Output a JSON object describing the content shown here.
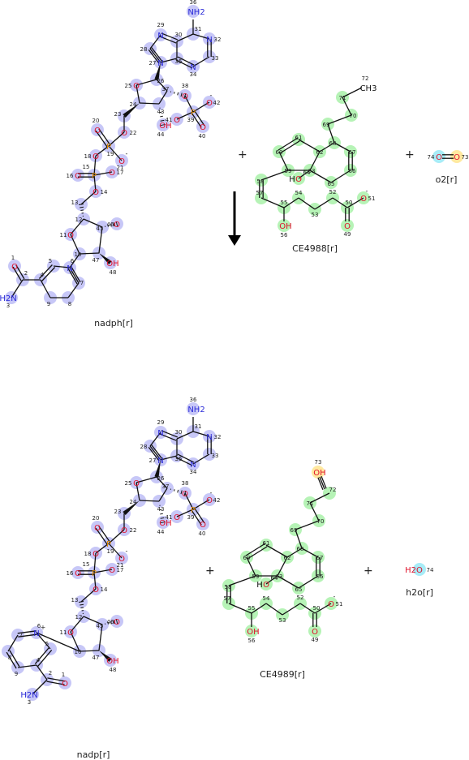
{
  "reaction": {
    "reactants": [
      {
        "name": "nadph[r]"
      },
      {
        "name": "CE4988[r]"
      },
      {
        "name": "o2[r]"
      }
    ],
    "products": [
      {
        "name": "nadp[r]"
      },
      {
        "name": "CE4989[r]"
      },
      {
        "name": "h2o[r]"
      }
    ],
    "plus": "+",
    "arrow": "down-arrow"
  },
  "colors": {
    "bond": "#111111",
    "nitrogen": "#2a2ad8",
    "oxygen": "#e0102a",
    "phosphorus": "#e08a00",
    "highlight_nucleotide": "#c7c7f7",
    "highlight_steroid": "#b6f3b6",
    "highlight_o_cyan": "#a8ecf7",
    "highlight_o_yellow": "#ffe9a0"
  },
  "labels": {
    "NH2": "NH2",
    "N": "N",
    "O": "O",
    "OH": "OH",
    "P": "P",
    "CH3": "CH3",
    "H": "H",
    "H2N": "H2N",
    "O2_atom": "O",
    "H2O_label": "H2O",
    "minus": "-",
    "plusCharge": "+"
  },
  "atom_numbers": {
    "nadph": [
      "1",
      "2",
      "3",
      "4",
      "5",
      "6",
      "7",
      "8",
      "9",
      "10",
      "11",
      "12",
      "13",
      "14",
      "15",
      "16",
      "17",
      "18",
      "19",
      "20",
      "21",
      "22",
      "23",
      "24",
      "25",
      "26",
      "27",
      "28",
      "29",
      "30",
      "31",
      "32",
      "33",
      "34",
      "35",
      "36",
      "37",
      "38",
      "39",
      "40",
      "41",
      "42",
      "43",
      "44",
      "45",
      "46",
      "47",
      "48"
    ],
    "steroid": [
      "49",
      "50",
      "51",
      "52",
      "53",
      "54",
      "55",
      "56",
      "57",
      "58",
      "59",
      "60",
      "61",
      "62",
      "63",
      "64",
      "65",
      "66",
      "67",
      "68",
      "69",
      "70",
      "71",
      "72"
    ],
    "o2": [
      "73",
      "74"
    ],
    "product_extra": [
      "73",
      "74"
    ]
  }
}
